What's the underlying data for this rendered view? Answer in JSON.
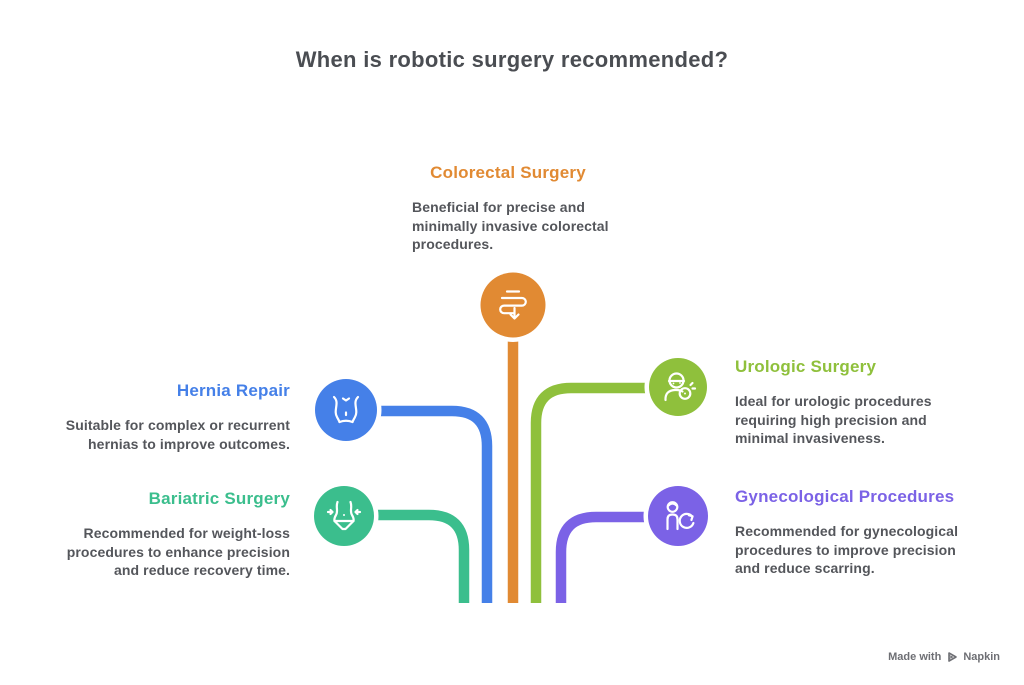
{
  "title": "When is robotic surgery recommended?",
  "items": [
    {
      "id": "colorectal",
      "label": "Colorectal Surgery",
      "description": "Beneficial for precise and\nminimally invasive colorectal\nprocedures.",
      "color": "#E18A33",
      "icon": "intestine-icon"
    },
    {
      "id": "hernia",
      "label": "Hernia Repair",
      "description": "Suitable for complex or recurrent\nhernias to improve outcomes.",
      "color": "#4580E8",
      "icon": "abdomen-icon"
    },
    {
      "id": "bariatric",
      "label": "Bariatric Surgery",
      "description": "Recommended for weight-loss\nprocedures to enhance precision\nand reduce recovery time.",
      "color": "#3BBE8D",
      "icon": "waistline-icon"
    },
    {
      "id": "urologic",
      "label": "Urologic Surgery",
      "description": "Ideal for urologic procedures\nrequiring high precision and\nminimal invasiveness.",
      "color": "#8FC03C",
      "icon": "surgeon-icon"
    },
    {
      "id": "gynecological",
      "label": "Gynecological Procedures",
      "description": "Recommended for gynecological\nprocedures to improve precision\nand reduce scarring.",
      "color": "#7B62E6",
      "icon": "female-patient-refresh-icon"
    }
  ],
  "watermark": {
    "text": "Made with",
    "brand": "Napkin"
  }
}
